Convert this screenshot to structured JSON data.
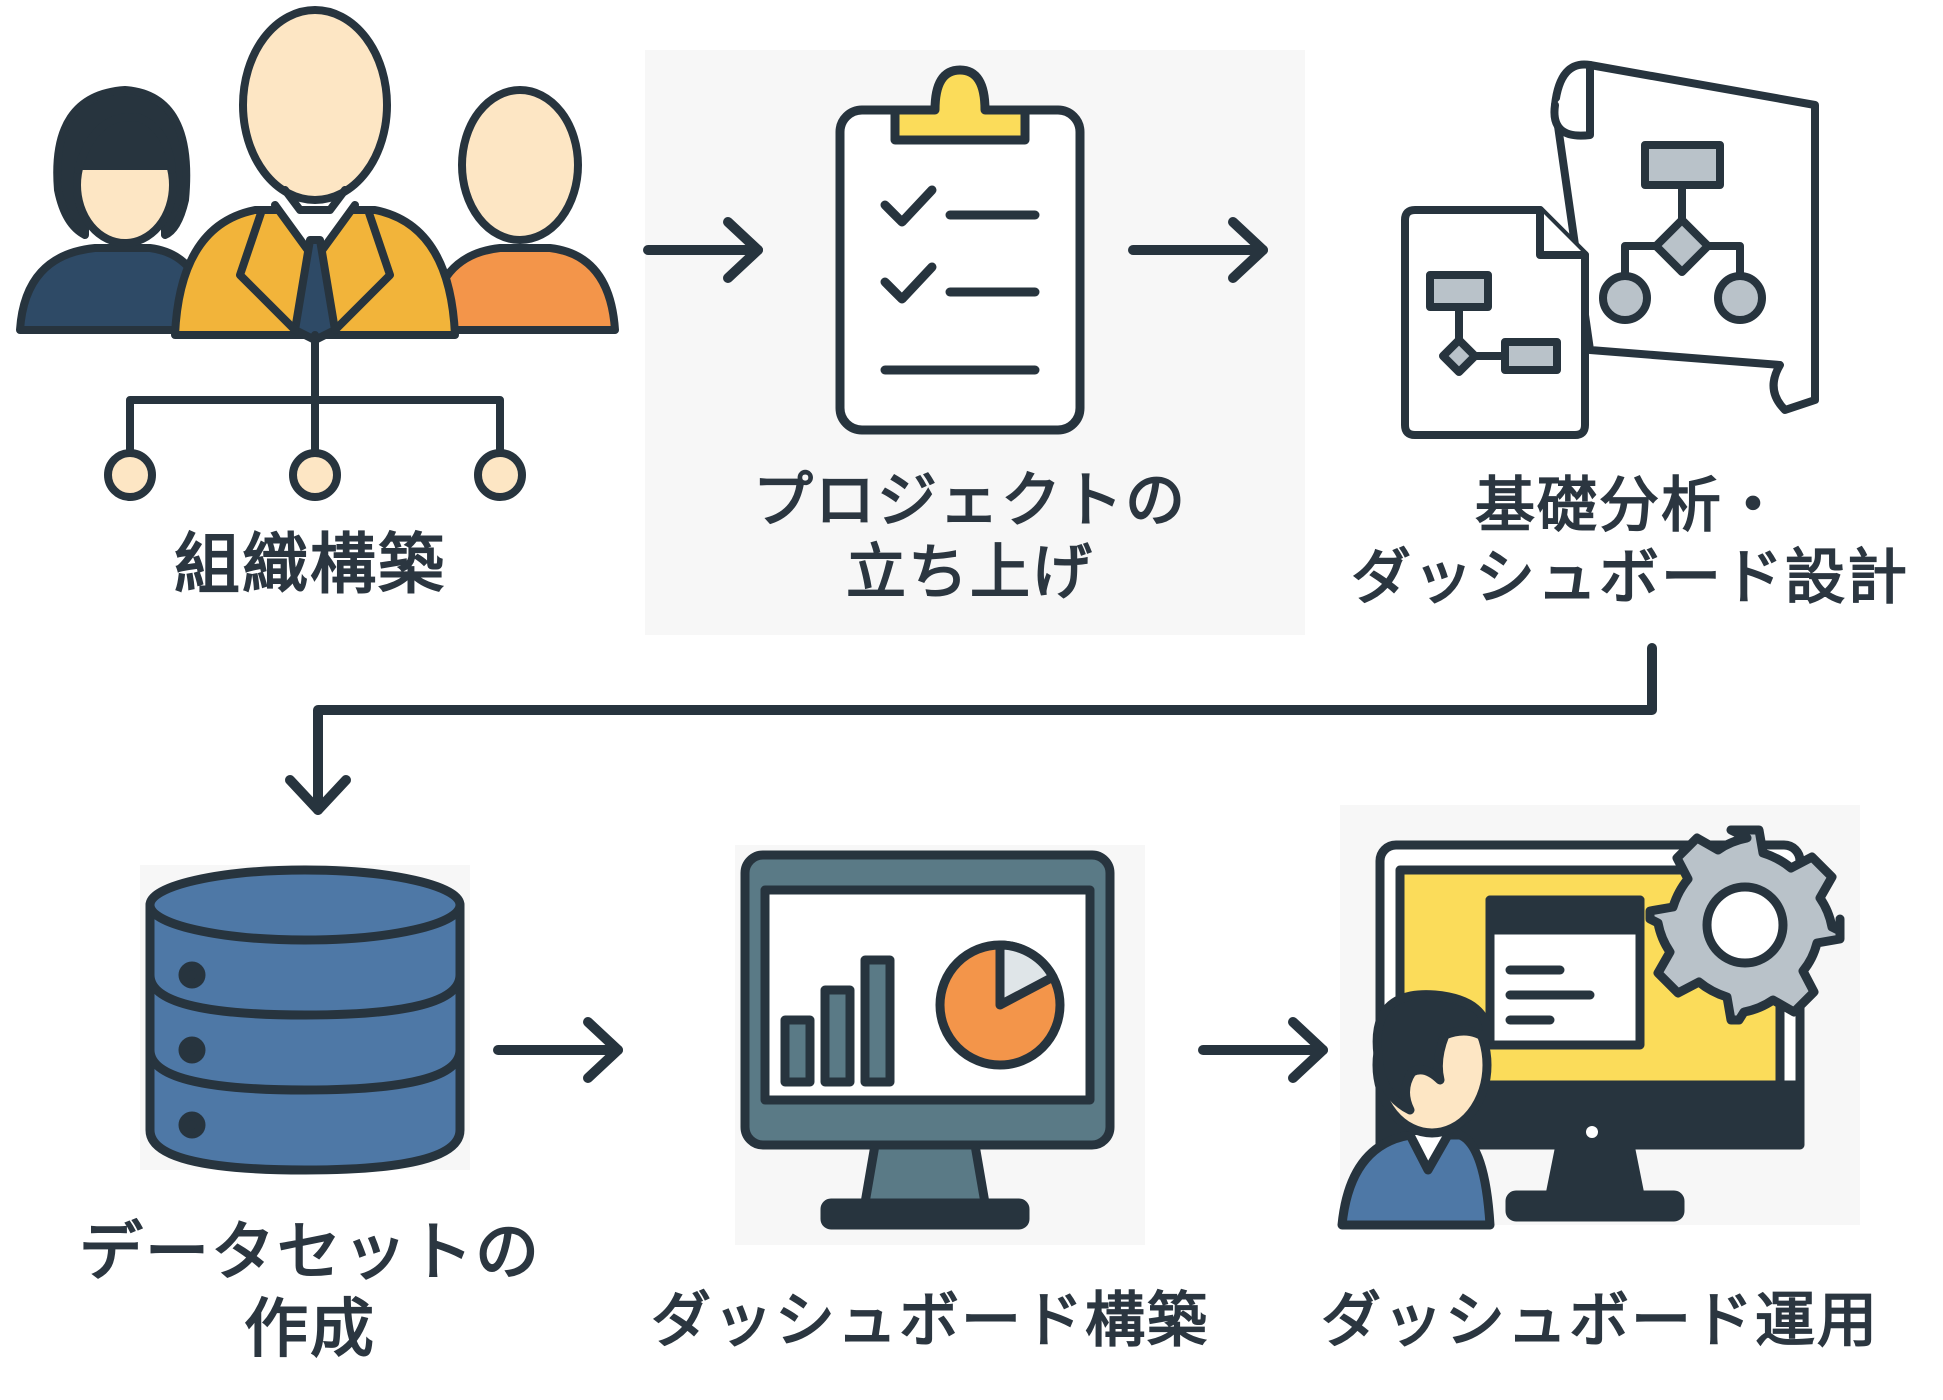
{
  "colors": {
    "outline": "#27343e",
    "skin": "#fde6c4",
    "navy": "#2e4a66",
    "gold": "#f2b43a",
    "orange": "#f3954a",
    "yellow": "#fbdc5a",
    "db_blue": "#4e78a6",
    "screen_teal": "#5a7a86",
    "gray": "#b9c2c9",
    "paper": "#ffffff"
  },
  "steps": [
    {
      "id": "org",
      "icon": "team-org-icon",
      "lines": [
        "組織構築"
      ]
    },
    {
      "id": "project",
      "icon": "clipboard-checklist-icon",
      "lines": [
        "プロジェクトの",
        "立ち上げ"
      ]
    },
    {
      "id": "analysis",
      "icon": "flowchart-docs-icon",
      "lines": [
        "基礎分析・",
        "ダッシュボード設計"
      ]
    },
    {
      "id": "dataset",
      "icon": "database-icon",
      "lines": [
        "データセットの",
        "作成"
      ]
    },
    {
      "id": "build",
      "icon": "monitor-charts-icon",
      "lines": [
        "ダッシュボード構築"
      ]
    },
    {
      "id": "operate",
      "icon": "operator-gear-monitor-icon",
      "lines": [
        "ダッシュボード運用"
      ]
    }
  ]
}
